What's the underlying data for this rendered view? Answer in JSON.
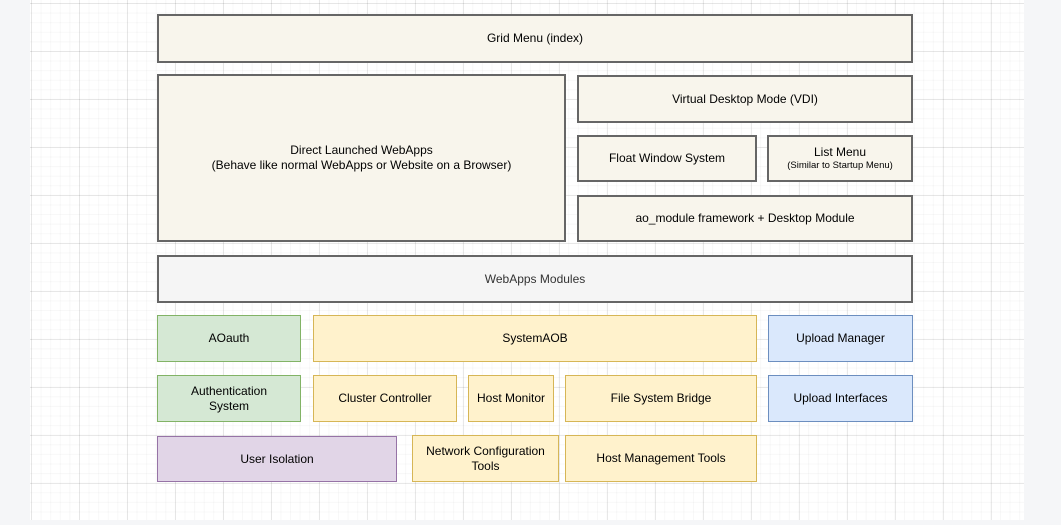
{
  "diagram": {
    "title": "ArozOS WebApp / Module architecture diagram",
    "palette": {
      "outside_bg": "#f5f6f8",
      "canvas_bg": "#ffffff",
      "grid_major": "#e8e8e8",
      "grid_minor": "#f4f4f4",
      "cream_fill": "#f8f5ec",
      "cream_border": "#666666",
      "gray_fill": "#f5f5f5",
      "gray_border": "#666666",
      "gray_text": "#333333",
      "green_fill": "#d5e8d4",
      "green_border": "#82b366",
      "yellow_fill": "#fff2cc",
      "yellow_border": "#d6b656",
      "blue_fill": "#dae8fc",
      "blue_border": "#6c8ebf",
      "purple_fill": "#e1d5e7",
      "purple_border": "#9673a6",
      "text_color": "#000000"
    },
    "boxes": {
      "grid_menu": {
        "label": "Grid Menu (index)"
      },
      "direct_webapps": {
        "line1": "Direct Launched WebApps",
        "line2": "(Behave like normal WebApps or Website on a Browser)"
      },
      "vdi": {
        "label": "Virtual Desktop Mode (VDI)"
      },
      "float_window": {
        "label": "Float Window System"
      },
      "list_menu": {
        "title": "List Menu",
        "subtitle": "(Similar to Startup Menu)"
      },
      "ao_module": {
        "label": "ao_module framework + Desktop Module"
      },
      "webapps_modules": {
        "label": "WebApps Modules"
      },
      "aoauth": {
        "label": "AOauth"
      },
      "systemaob": {
        "label": "SystemAOB"
      },
      "upload_manager": {
        "label": "Upload Manager"
      },
      "auth_system": {
        "label": "Authentication System"
      },
      "cluster_controller": {
        "label": "Cluster Controller"
      },
      "host_monitor": {
        "label": "Host Monitor"
      },
      "fs_bridge": {
        "label": "File System Bridge"
      },
      "upload_interfaces": {
        "label": "Upload Interfaces"
      },
      "user_isolation": {
        "label": "User Isolation"
      },
      "network_config": {
        "label": "Network Configuration Tools"
      },
      "host_mgmt": {
        "label": "Host Management Tools"
      }
    }
  }
}
